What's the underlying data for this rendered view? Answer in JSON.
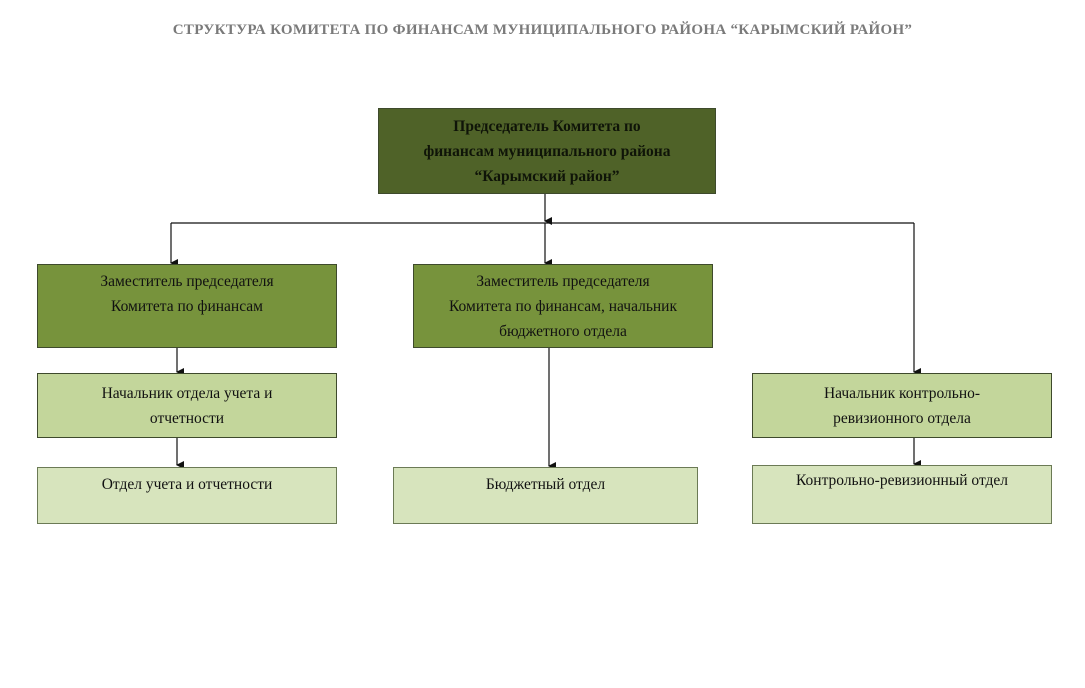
{
  "title": "СТРУКТУРА КОМИТЕТА ПО ФИНАНСАМ МУНИЦИПАЛЬНОГО РАЙОНА “КАРЫМСКИЙ РАЙОН”",
  "chairman": {
    "lines": [
      "Председатель Комитета по",
      "финансам муниципального района",
      "“Карымский район”"
    ]
  },
  "deputy_left": {
    "lines": [
      "Заместитель председателя",
      "Комитета по финансам"
    ]
  },
  "deputy_center": {
    "lines": [
      "Заместитель председателя",
      "Комитета по финансам, начальник",
      "бюджетного отдела"
    ]
  },
  "head_accounting": {
    "lines": [
      "Начальник отдела учета и",
      "отчетности"
    ]
  },
  "head_audit": {
    "lines": [
      "Начальник контрольно-",
      "ревизионного отдела"
    ]
  },
  "dept_accounting": {
    "label": "Отдел учета и отчетности"
  },
  "dept_budget": {
    "label": "Бюджетный отдел"
  },
  "dept_audit": {
    "label": "Контрольно-ревизионный отдел"
  }
}
